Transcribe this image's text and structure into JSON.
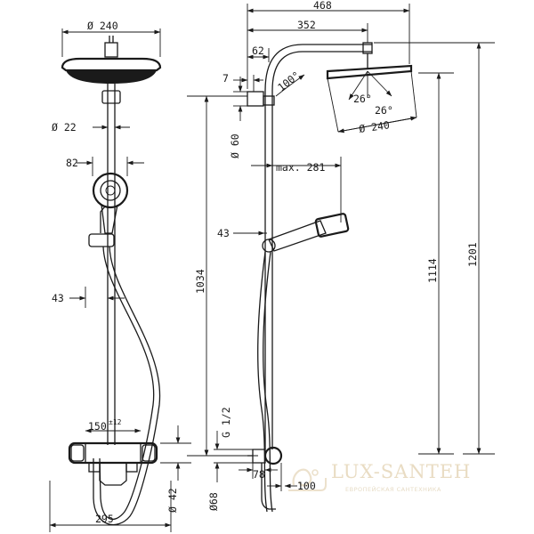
{
  "dimensions": {
    "front_width_240": "Ø 240",
    "pipe_22": "Ø 22",
    "hand_82": "82",
    "slider_43_front": "43",
    "thermo_150": "150",
    "thermo_150_tol": "±12",
    "base_42": "Ø 42",
    "base_295": "295",
    "top_468": "468",
    "top_352": "352",
    "top_62": "62",
    "side_7": "7",
    "angle_100": "100°",
    "tilt_26_left": "26°",
    "tilt_26_right": "26°",
    "side_60": "Ø 60",
    "head_240_side": "Ø 240",
    "max_281": "max. 281",
    "side_43": "43",
    "height_1034": "1034",
    "height_1114": "1114",
    "height_1201": "1201",
    "thread_g12": "G 1/2",
    "inlet_68": "Ø68",
    "inlet_78": "78",
    "inlet_100": "100"
  },
  "watermark": {
    "brand": "LUX-SANTEH",
    "tagline": "ЕВРОПЕЙСКАЯ САНТЕХНИКА"
  },
  "colors": {
    "line": "#1a1a1a",
    "watermark": "#e9dcc3"
  }
}
